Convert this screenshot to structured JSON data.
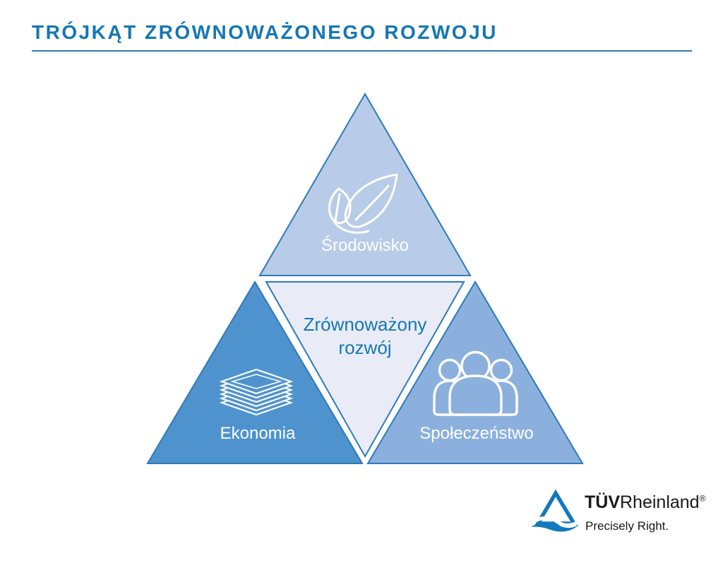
{
  "header": {
    "title": "TRÓJKĄT ZRÓWNOWAŻONEGO ROZWOJU",
    "accent_color": "#1577b5",
    "rule_color": "#2e7ab8"
  },
  "diagram": {
    "outline_color": "#2e7ab8",
    "icon_color": "#ffffff",
    "top": {
      "label": "Środowisko",
      "fill": "#b8cce9",
      "text_color": "#ffffff",
      "icon": "leaf-icon"
    },
    "center": {
      "line1": "Zrównoważony",
      "line2": "rozwój",
      "fill": "#e9ecf6",
      "text_color": "#1577b5"
    },
    "left": {
      "label": "Ekonomia",
      "fill": "#4f93ce",
      "text_color": "#ffffff",
      "icon": "money-stack-icon"
    },
    "right": {
      "label": "Społeczeństwo",
      "fill": "#8cb0dd",
      "text_color": "#ffffff",
      "icon": "people-icon"
    }
  },
  "footer_logo": {
    "brand_bold": "TÜV",
    "brand_regular": "Rheinland",
    "registered_mark": "®",
    "tagline": "Precisely Right.",
    "mark_color": "#1478be",
    "text_color": "#1a1a1a"
  }
}
